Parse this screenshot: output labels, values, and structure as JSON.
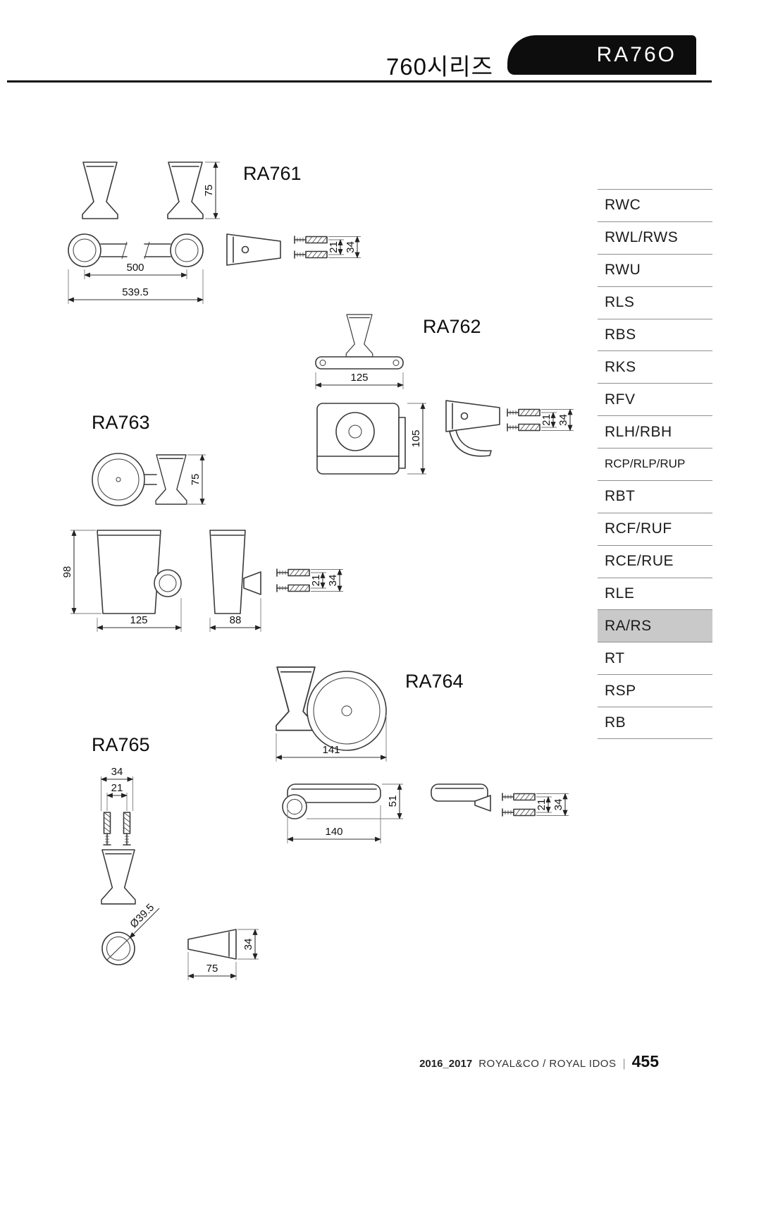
{
  "header": {
    "series_title": "760시리즈",
    "tab_label": "RA76O"
  },
  "sidebar": {
    "items": [
      {
        "label": "RWC",
        "active": false
      },
      {
        "label": "RWL/RWS",
        "active": false
      },
      {
        "label": "RWU",
        "active": false
      },
      {
        "label": "RLS",
        "active": false
      },
      {
        "label": "RBS",
        "active": false
      },
      {
        "label": "RKS",
        "active": false
      },
      {
        "label": "RFV",
        "active": false
      },
      {
        "label": "RLH/RBH",
        "active": false
      },
      {
        "label": "RCP/RLP/RUP",
        "active": false
      },
      {
        "label": "RBT",
        "active": false
      },
      {
        "label": "RCF/RUF",
        "active": false
      },
      {
        "label": "RCE/RUE",
        "active": false
      },
      {
        "label": "RLE",
        "active": false
      },
      {
        "label": "RA/RS",
        "active": true
      },
      {
        "label": "RT",
        "active": false
      },
      {
        "label": "RSP",
        "active": false
      },
      {
        "label": "RB",
        "active": false
      }
    ]
  },
  "products": {
    "ra761": {
      "name": "RA761",
      "dims": {
        "post_height": "75",
        "bar_length": "500",
        "overall_length": "539.5",
        "hole_spacing": "21",
        "hole_overall": "34"
      }
    },
    "ra762": {
      "name": "RA762",
      "dims": {
        "width": "125",
        "height": "105",
        "hole_spacing": "21",
        "hole_overall": "34"
      }
    },
    "ra763": {
      "name": "RA763",
      "dims": {
        "post_height": "75",
        "cup_height": "98",
        "width": "125",
        "depth": "88",
        "hole_spacing": "21",
        "hole_overall": "34"
      }
    },
    "ra764": {
      "name": "RA764",
      "dims": {
        "diameter": "141",
        "width": "140",
        "height": "51",
        "hole_spacing": "21",
        "hole_overall": "34"
      }
    },
    "ra765": {
      "name": "RA765",
      "dims": {
        "hole_overall": "34",
        "hole_spacing": "21",
        "base_diameter": "Ø39.5",
        "projection": "75",
        "height": "34"
      }
    }
  },
  "footer": {
    "edition": "2016_2017",
    "brand": "ROYAL&CO / ROYAL IDOS",
    "separator": "|",
    "page_number": "455"
  }
}
